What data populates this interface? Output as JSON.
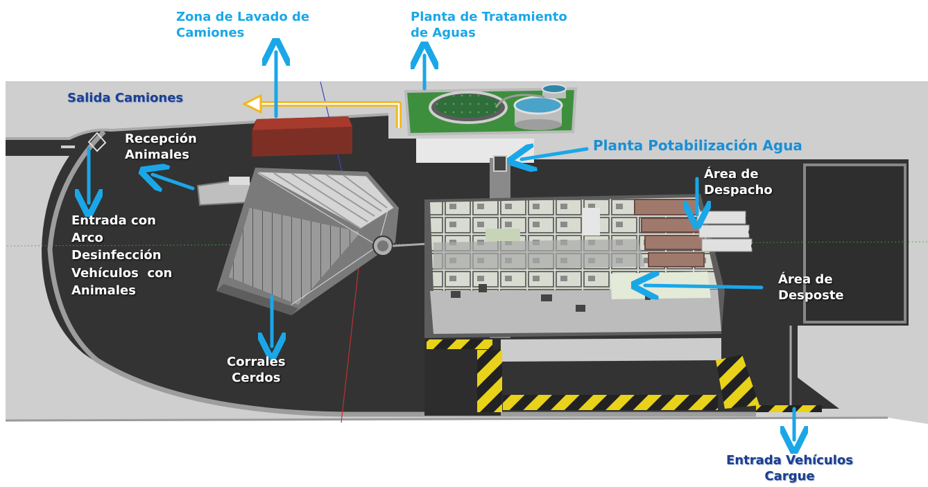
{
  "labels": {
    "truck_wash": "Zona de Lavado de\nCamiones",
    "water_treatment": "Planta de Tratamiento\nde Aguas",
    "truck_exit": "Salida Camiones",
    "animal_reception": "Recepción\nAnimales",
    "water_potabilization": "Planta Potabilización Agua",
    "dispatch_area": "Área de\nDespacho",
    "disinfection_entrance": "Entrada con\nArco\nDesinfección\nVehículos  con\nAnimales",
    "deboning_area": "Área de\nDesposte",
    "pig_pens": "Corrales\nCerdos",
    "loading_entrance": "Entrada Vehículos\nCargue"
  },
  "colors": {
    "arrow_blue": "#1aa7e8",
    "label_blue": "#1aa7e8",
    "label_dark_blue": "#1d3f8c",
    "asphalt": "#333333",
    "exit_arrow_yellow": "#f2b71c",
    "wash_building_red": "#a63a2c",
    "treatment_green": "#3d8f3d",
    "hazard_yellow": "#e8d21a"
  }
}
